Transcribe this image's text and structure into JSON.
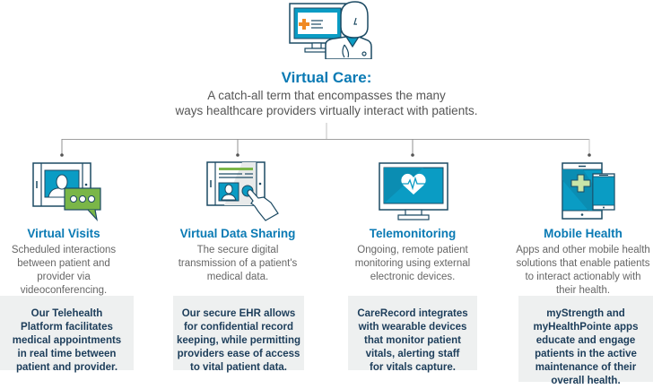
{
  "header": {
    "title": "Virtual Care:",
    "subtitle_line1": "A catch-all term that encompasses the many",
    "subtitle_line2": "ways healthcare providers virtually interact with patients.",
    "icon": "doctor-with-monitor-icon"
  },
  "colors": {
    "accent_blue": "#0a7ab4",
    "icon_navy": "#1c4a63",
    "icon_teal": "#0a9cc4",
    "icon_green": "#7ab648",
    "icon_orange": "#f08a24",
    "box_bg": "#eef0f0",
    "box_text": "#1c3d5a",
    "connector": "#a0a0a0"
  },
  "categories": [
    {
      "title": "Virtual Visits",
      "icon": "video-chat-tablet-icon",
      "desc_lines": [
        "Scheduled interactions",
        "between patient and",
        "provider via",
        "videoconferencing."
      ],
      "box_lines": [
        "Our Telehealth",
        "Platform facilitates",
        "medical appointments",
        "in real time between",
        "patient and provider."
      ]
    },
    {
      "title": "Virtual Data Sharing",
      "icon": "tablet-touch-record-icon",
      "desc_lines": [
        "The secure digital",
        "transmission of a patient's",
        "medical data."
      ],
      "box_lines": [
        "Our secure EHR allows",
        "for confidential record",
        "keeping, while permitting",
        "providers ease of access",
        "to vital patient data."
      ]
    },
    {
      "title": "Telemonitoring",
      "icon": "monitor-heartbeat-icon",
      "desc_lines": [
        "Ongoing, remote patient",
        "monitoring using external",
        "electronic devices."
      ],
      "box_lines": [
        "CareRecord integrates",
        "with wearable devices",
        "that monitor patient",
        "vitals, alerting staff",
        "for vitals capture."
      ]
    },
    {
      "title": "Mobile Health",
      "icon": "tablet-phone-cross-icon",
      "desc_lines": [
        "Apps and other mobile health",
        "solutions that enable patients",
        "to interact actionably with",
        "their health."
      ],
      "box_lines": [
        "myStrength and",
        "myHealthPointe apps",
        "educate and engage",
        "patients in the active",
        "maintenance of their",
        "overall health."
      ]
    }
  ]
}
